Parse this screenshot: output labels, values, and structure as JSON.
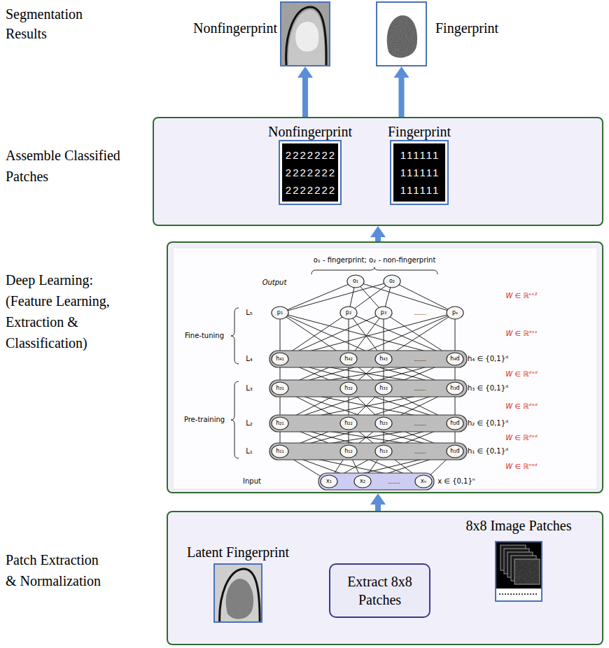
{
  "diagram": {
    "nodes": [
      {
        "text": [
          "Nonfingerprint"
        ]
      },
      {
        "text": [
          "Fingerprint"
        ]
      },
      {
        "text": [
          "Assemble Classified Patches"
        ]
      },
      {
        "text": [
          "Nonfingerprint",
          "2222222 2222222 2222222"
        ],
        "in": 2
      },
      {
        "text": [
          "Fingerprint",
          "111111 111111 111111"
        ],
        "in": 2
      },
      {
        "text": [
          "Deep Learning: (Feature Learning, Extraction & Classification)"
        ]
      },
      {
        "text": [
          "Patch Extraction & Normalization"
        ]
      },
      {
        "text": [
          "Latent Fingerprint"
        ],
        "in": 6
      },
      {
        "text": [
          "Extract 8x8 Patches"
        ],
        "in": 6
      },
      {
        "text": [
          "8x8 Image Patches"
        ],
        "in": 6
      }
    ],
    "edges": [
      {
        "from": 6,
        "to": 5,
        "arrow": "to"
      },
      {
        "from": 5,
        "to": 2,
        "arrow": "to"
      },
      {
        "from": 2,
        "to": 0,
        "arrow": "to"
      },
      {
        "from": 2,
        "to": 1,
        "arrow": "to"
      },
      {
        "from": 7,
        "to": 8,
        "arrow": "to"
      },
      {
        "from": 8,
        "to": 9,
        "arrow": "to"
      }
    ],
    "labels": [
      "Segmentation Results",
      "o₁ - fingerprint; o₂ - non-fingerprint",
      "Output",
      "o₁",
      "o₂",
      "W ∈ ℝˢˣ²",
      "L₅",
      "p₁",
      "p₂",
      "p₃",
      "......",
      "pₛ",
      "W ∈ ℝᵈˣˢ",
      "Fine-tuning",
      "L₄",
      "h₄₁",
      "h₄₂",
      "h₄₃",
      "......",
      "h₄d",
      "h₄ ∈ {0,1}ᵈ",
      "W ∈ ℝᵈˣᵈ",
      "L₃",
      "h₃₁",
      "h₃₂",
      "h₃₃",
      "......",
      "h₃d",
      "h₃ ∈ {0,1}ᵈ",
      "W ∈ ℝᵈˣᵈ",
      "Pre-training",
      "L₂",
      "h₂₁",
      "h₂₂",
      "h₂₃",
      "......",
      "h₂d",
      "h₂ ∈ {0,1}ᵈ",
      "W ∈ ℝᵈˣᵈ",
      "L₁",
      "h₁₁",
      "h₁₂",
      "h₁₃",
      "......",
      "h₁d",
      "h₁ ∈ {0,1}ᵈ",
      "W ∈ ℝⁿˣᵈ",
      "Input",
      "x₁",
      "x₂",
      "......",
      "xₙ",
      "x ∈ {0,1}ⁿ"
    ]
  }
}
